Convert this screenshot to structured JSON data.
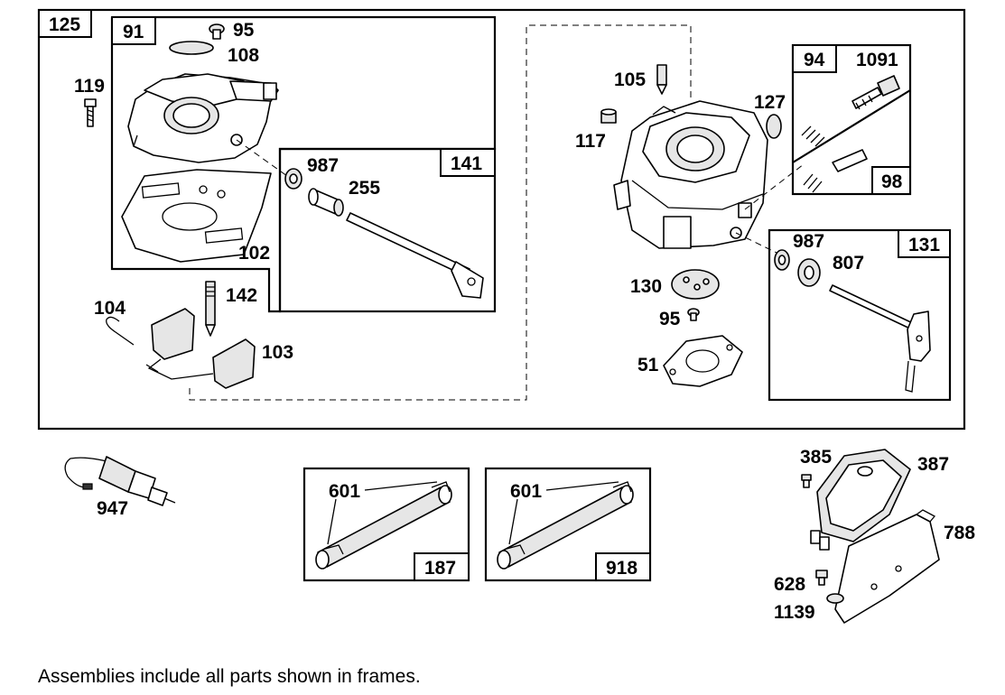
{
  "frames": {
    "main": "125",
    "upper_body": "91",
    "shaft_left": "141",
    "fuel_valve": "94",
    "valve_alt": "98",
    "shaft_right": "131",
    "fuel_line_a": "187",
    "fuel_line_b": "918"
  },
  "callouts": {
    "p95_top": "95",
    "p108": "108",
    "p119": "119",
    "p102": "102",
    "p987_left": "987",
    "p255": "255",
    "p104": "104",
    "p142": "142",
    "p103": "103",
    "p105": "105",
    "p117": "117",
    "p127": "127",
    "p1091": "1091",
    "p987_right": "987",
    "p807": "807",
    "p130": "130",
    "p95_lower": "95",
    "p51": "51",
    "p947": "947",
    "p601_a": "601",
    "p601_b": "601",
    "p385": "385",
    "p387": "387",
    "p788": "788",
    "p628": "628",
    "p1139": "1139"
  },
  "footnote": "Assemblies include all parts shown in frames."
}
